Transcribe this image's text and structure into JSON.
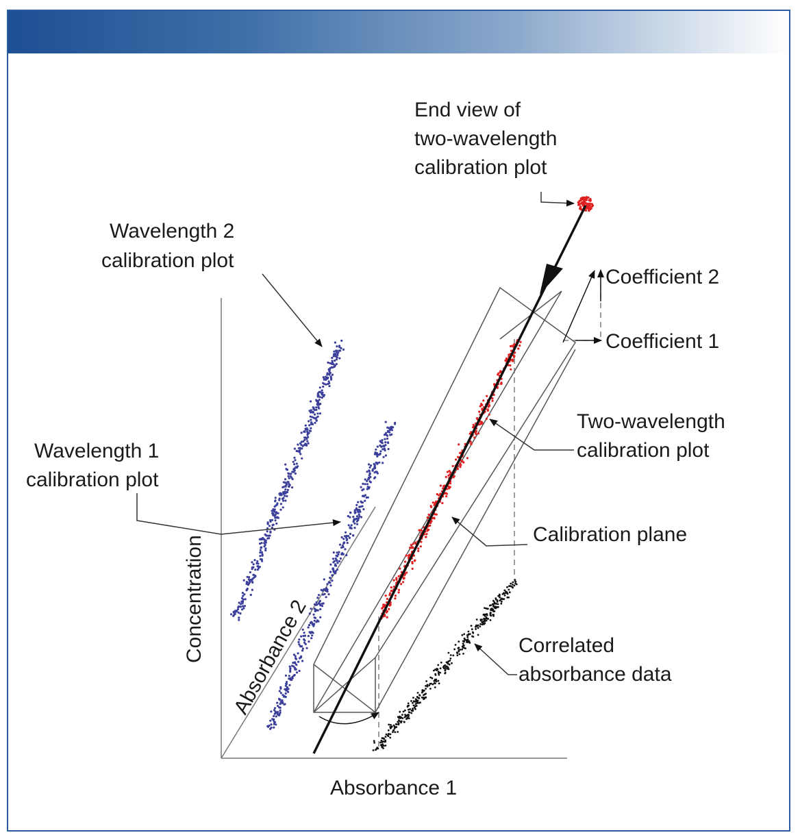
{
  "labels": {
    "end_view_line1": "End view of",
    "end_view_line2": "two-wavelength",
    "end_view_line3": "calibration plot",
    "wl2_line1": "Wavelength 2",
    "wl2_line2": "calibration plot",
    "wl1_line1": "Wavelength 1",
    "wl1_line2": "calibration plot",
    "coefficient2": "Coefficient 2",
    "coefficient1": "Coefficient 1",
    "two_wl_line1": "Two-wavelength",
    "two_wl_line2": "calibration plot",
    "calibration_plane": "Calibration plane",
    "correlated_line1": "Correlated",
    "correlated_line2": "absorbance data",
    "axis_concentration": "Concentration",
    "axis_absorbance2": "Absorbance 2",
    "axis_absorbance1": "Absorbance 1"
  },
  "colors": {
    "header_gradient_start": "#1d4f93",
    "frame_border": "#2a5d9f",
    "wavelength_scatter": "#3b3f9a",
    "two_wavelength_scatter": "#e02020",
    "correlated_scatter": "#111111"
  }
}
